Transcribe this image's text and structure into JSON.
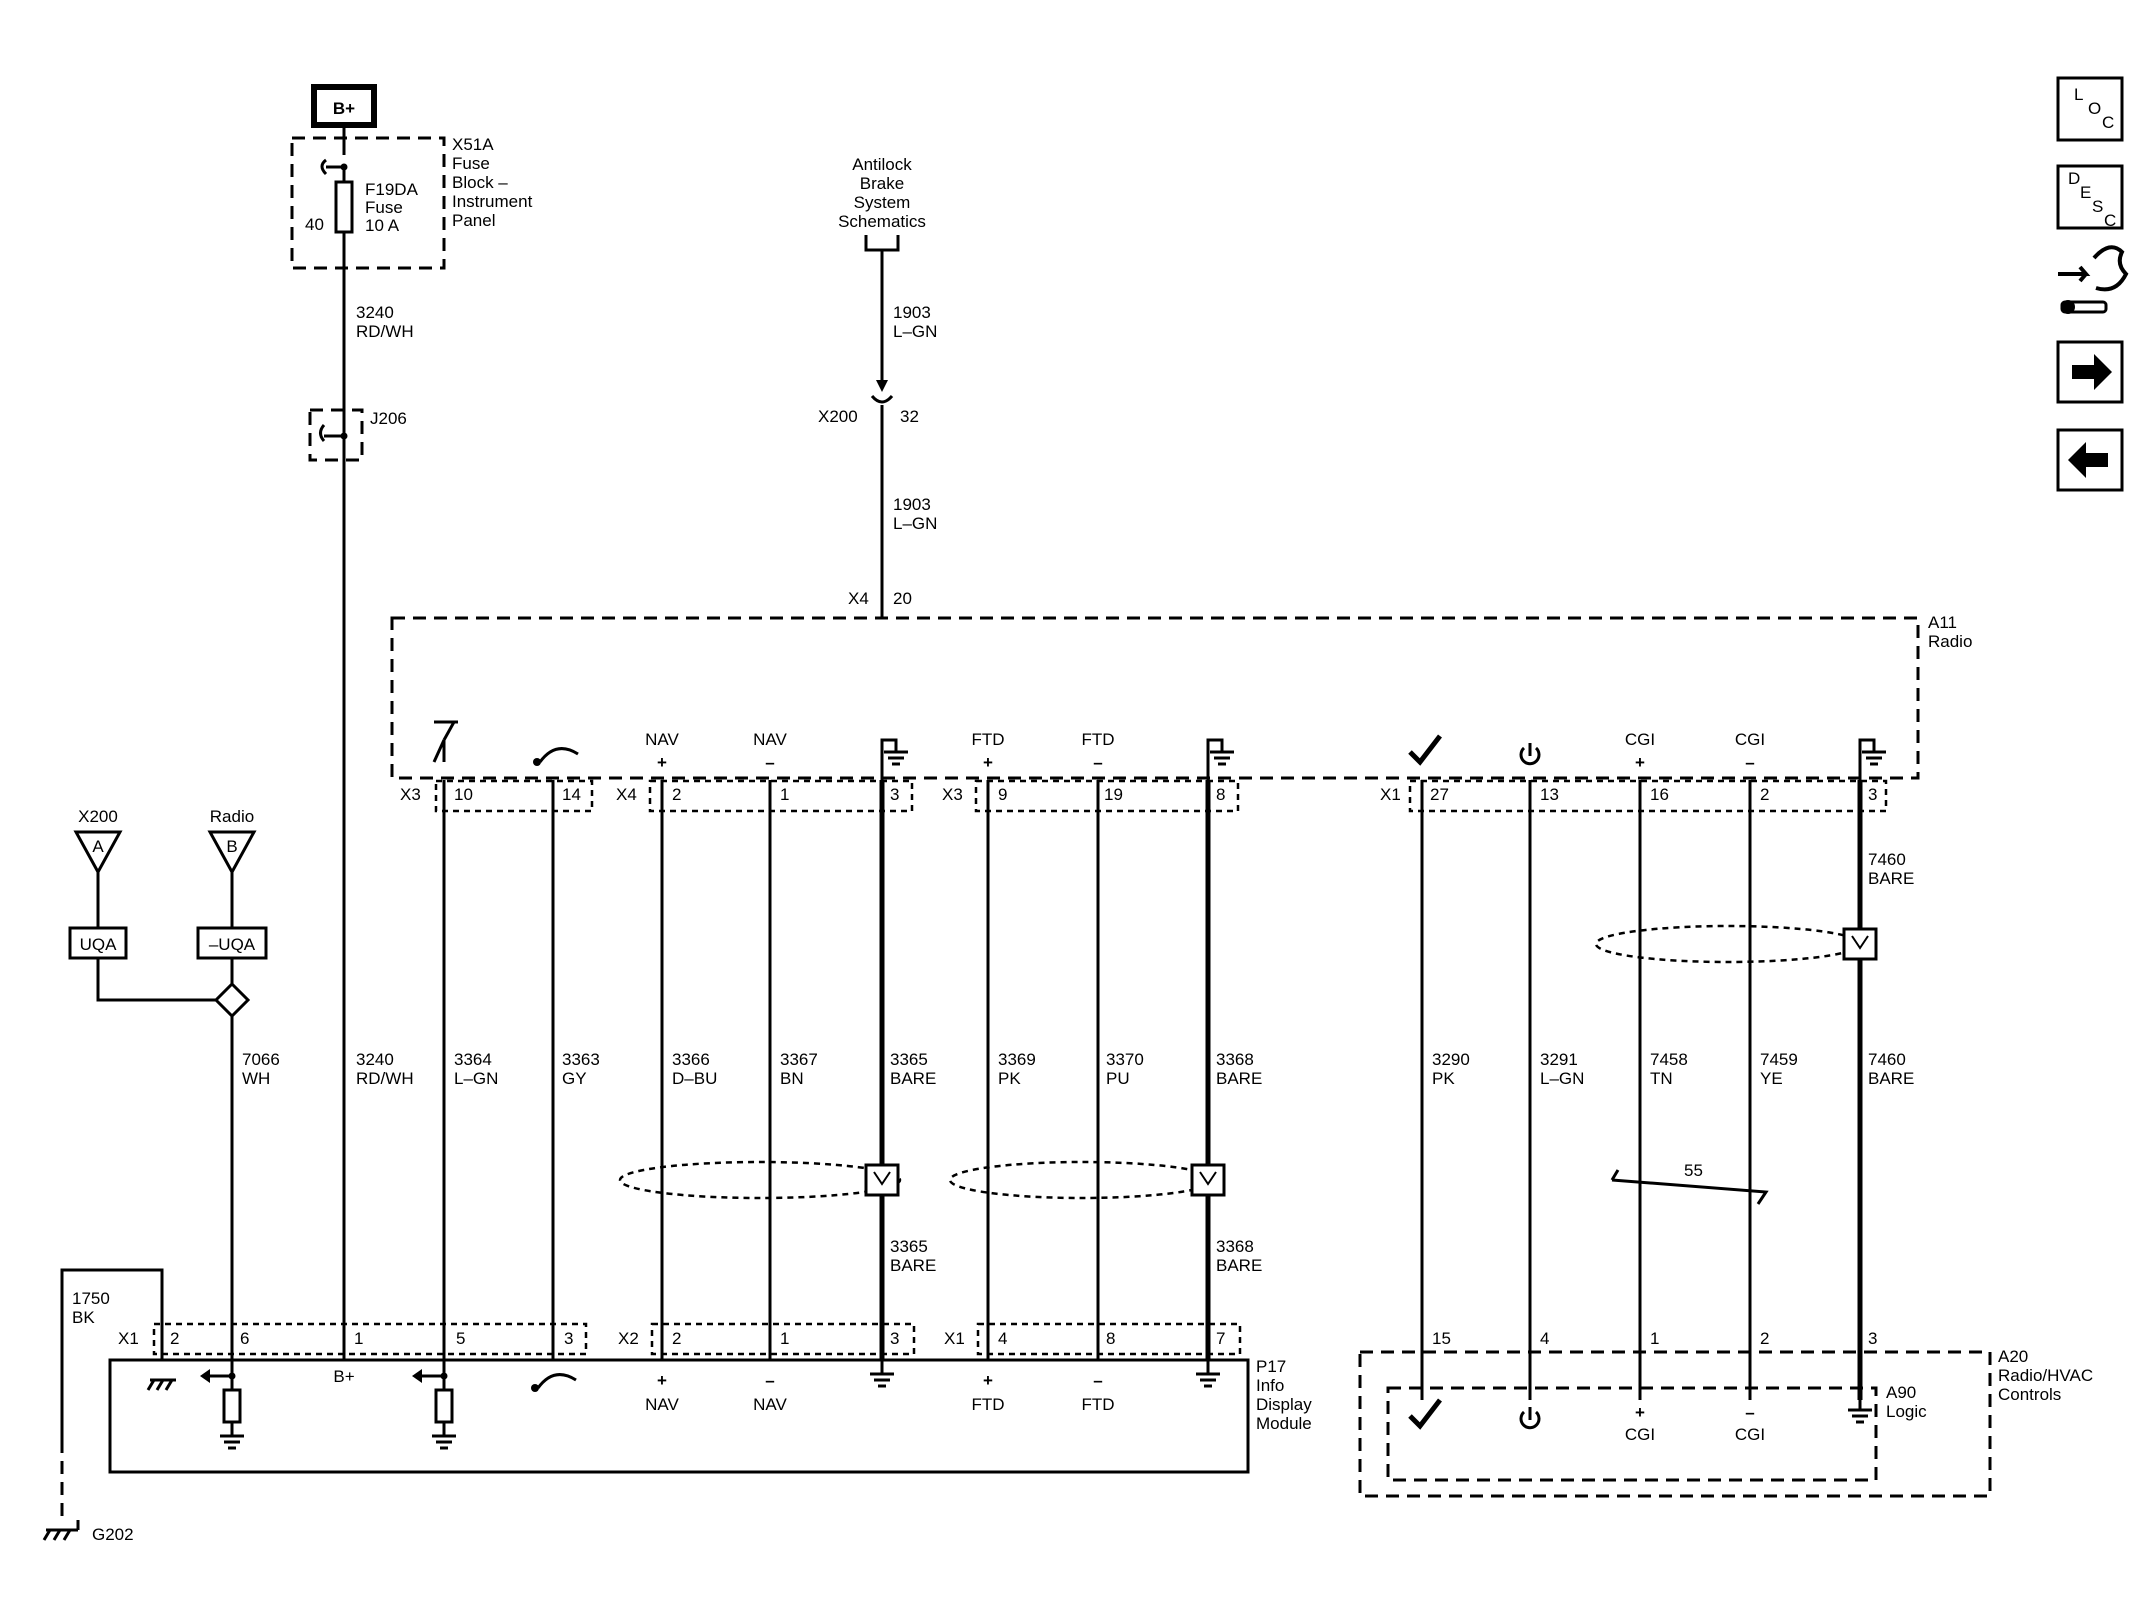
{
  "power": {
    "label": "B+"
  },
  "fuse_block": {
    "name_lines": [
      "X51A",
      "Fuse",
      "Block –",
      "Instrument",
      "Panel"
    ],
    "fuse_lines": [
      "F19DA",
      "Fuse",
      "10 A"
    ],
    "pin": "40"
  },
  "splice": {
    "name": "J206"
  },
  "abs_ref": {
    "lines": [
      "Antilock",
      "Brake",
      "System",
      "Schematics"
    ]
  },
  "inline_conn": {
    "name": "X200",
    "pin": "32"
  },
  "radio": {
    "name_lines": [
      "A11",
      "Radio"
    ]
  },
  "radio_pins": {
    "x3a": {
      "conn": "X3",
      "p1": "10",
      "p2": "14"
    },
    "x4": {
      "conn": "X4",
      "p1": "2",
      "p2": "1",
      "p3": "3",
      "top": "20"
    },
    "x3b": {
      "conn": "X3",
      "p1": "9",
      "p2": "19",
      "p3": "8"
    },
    "x1": {
      "conn": "X1",
      "p1": "27",
      "p2": "13",
      "p3": "16",
      "p4": "2",
      "p5": "3"
    }
  },
  "radio_symbols": {
    "nav": "NAV",
    "ftd": "FTD",
    "cgi": "CGI",
    "plus": "+",
    "minus": "–"
  },
  "wires": {
    "w1903_top": {
      "num": "1903",
      "color": "L–GN"
    },
    "w1903_bot": {
      "num": "1903",
      "color": "L–GN"
    },
    "w3240_top": {
      "num": "3240",
      "color": "RD/WH"
    },
    "w3240": {
      "num": "3240",
      "color": "RD/WH"
    },
    "w7066": {
      "num": "7066",
      "color": "WH"
    },
    "w3364": {
      "num": "3364",
      "color": "L–GN"
    },
    "w3363": {
      "num": "3363",
      "color": "GY"
    },
    "w3366": {
      "num": "3366",
      "color": "D–BU"
    },
    "w3367": {
      "num": "3367",
      "color": "BN"
    },
    "w3365": {
      "num": "3365",
      "color": "BARE"
    },
    "w3365_low": {
      "num": "3365",
      "color": "BARE"
    },
    "w3369": {
      "num": "3369",
      "color": "PK"
    },
    "w3370": {
      "num": "3370",
      "color": "PU"
    },
    "w3368": {
      "num": "3368",
      "color": "BARE"
    },
    "w3368_low": {
      "num": "3368",
      "color": "BARE"
    },
    "w3290": {
      "num": "3290",
      "color": "PK"
    },
    "w3291": {
      "num": "3291",
      "color": "L–GN"
    },
    "w7458": {
      "num": "7458",
      "color": "TN"
    },
    "w7459": {
      "num": "7459",
      "color": "YE"
    },
    "w7460": {
      "num": "7460",
      "color": "BARE"
    },
    "w7460_top": {
      "num": "7460",
      "color": "BARE"
    },
    "w1750": {
      "num": "1750",
      "color": "BK"
    }
  },
  "options": {
    "x200": {
      "name": "X200",
      "letter": "A",
      "code": "UQA"
    },
    "radio": {
      "name": "Radio",
      "letter": "B",
      "code": "–UQA"
    }
  },
  "twist_ref": {
    "num": "55"
  },
  "ground": {
    "name": "G202"
  },
  "display": {
    "name_lines": [
      "P17",
      "Info",
      "Display",
      "Module"
    ],
    "bplus": "B+",
    "x1a": {
      "conn": "X1",
      "p1": "2",
      "p2": "6",
      "p3": "1",
      "p4": "5",
      "p5": "3"
    },
    "x2": {
      "conn": "X2",
      "p1": "2",
      "p2": "1",
      "p3": "3"
    },
    "x1b": {
      "conn": "X1",
      "p1": "4",
      "p2": "8",
      "p3": "7"
    }
  },
  "hvac": {
    "name_lines": [
      "A20",
      "Radio/HVAC",
      "Controls"
    ],
    "logic_lines": [
      "A90",
      "Logic"
    ],
    "pins": {
      "p1": "15",
      "p2": "4",
      "p3": "1",
      "p4": "2",
      "p5": "3"
    }
  },
  "nav_buttons": {
    "loc": [
      "L",
      "O",
      "C"
    ],
    "desc": [
      "D",
      "E",
      "S",
      "C"
    ]
  }
}
